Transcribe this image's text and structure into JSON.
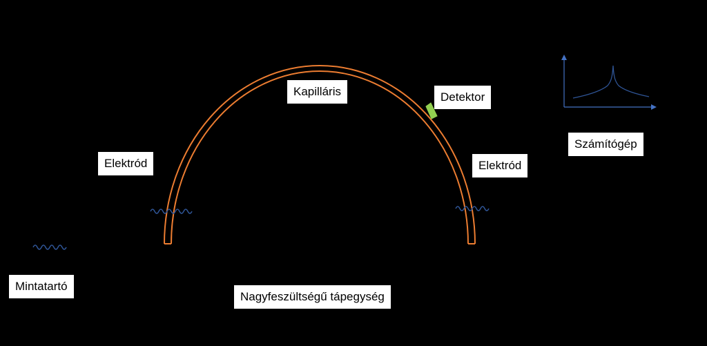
{
  "labels": {
    "capillary": "Kapilláris",
    "detector": "Detektor",
    "electrode_left": "Elektród",
    "electrode_right": "Elektród",
    "computer": "Számítógép",
    "sample_holder": "Mintatartó",
    "power_supply": "Nagyfeszültségű tápegység"
  },
  "colors": {
    "background": "#000000",
    "capillary": "#ed7d31",
    "detector_zone": "#92d050",
    "electrode_wave": "#2f5597",
    "chart_axis": "#4472c4",
    "chart_line": "#2f5597",
    "label_bg": "#ffffff",
    "label_text": "#000000"
  },
  "icons": {
    "electrode_left": "electrode-wave-icon",
    "electrode_right": "electrode-wave-icon",
    "sample_holder": "sample-wave-icon",
    "computer_chart": "electropherogram-chart-icon"
  }
}
